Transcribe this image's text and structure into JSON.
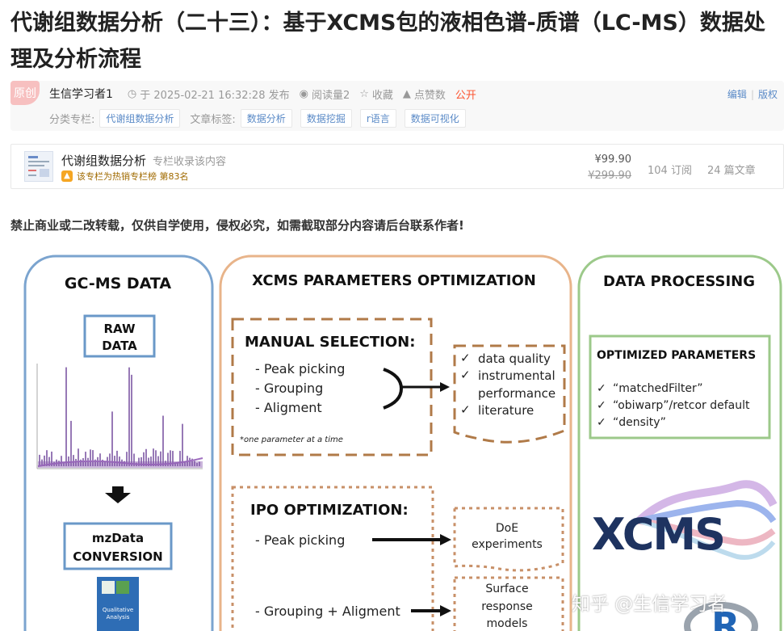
{
  "article": {
    "title": "代谢组数据分析（二十三）：基于XCMS包的液相色谱-质谱（LC-MS）数据处理及分析流程",
    "badge": "原创",
    "author": "生信学习者1",
    "date_text": "于 2025-02-21 16:32:28 发布",
    "reads": "阅读量2",
    "collect": "收藏",
    "likes": "点赞数",
    "visibility": "公开",
    "edit": "编辑",
    "copyright": "版权",
    "category_label": "分类专栏:",
    "category": "代谢组数据分析",
    "tags_label": "文章标签:",
    "tags": [
      "数据分析",
      "数据挖掘",
      "r语言",
      "数据可视化"
    ]
  },
  "column": {
    "name": "代谢组数据分析",
    "included": "专栏收录该内容",
    "hot": "该专栏为热销专栏榜 第83名",
    "price": "¥99.90",
    "original_price": "¥299.90",
    "subscribers": "104 订阅",
    "articles": "24 篇文章"
  },
  "notice": "禁止商业或二改转载，仅供自学使用，侵权必究，如需截取部分内容请后台联系作者!",
  "figure": {
    "left_title": "GC-MS DATA",
    "raw_line1": "RAW",
    "raw_line2": "DATA",
    "mz_line1": "mzData",
    "mz_line2": "CONVERSION",
    "qual_line1": "Qualitative",
    "qual_line2": "Analysis",
    "mid_title": "XCMS PARAMETERS OPTIMIZATION",
    "manual_title": "MANUAL SELECTION:",
    "manual_items": [
      "-  Peak picking",
      "-  Grouping",
      "-  Aligment"
    ],
    "manual_note": "*one parameter at a time",
    "criteria": [
      "data quality",
      "instrumental",
      "performance",
      "literature"
    ],
    "ipo_title": "IPO OPTIMIZATION:",
    "ipo_item1": "-  Peak picking",
    "ipo_item2": "-  Grouping + Aligment",
    "doe_line1": "DoE",
    "doe_line2": "experiments",
    "surf_line1": "Surface",
    "surf_line2": "response",
    "surf_line3": "models",
    "right_title": "DATA PROCESSING",
    "opt_title": "OPTIMIZED PARAMETERS",
    "opt_items": [
      "“matchedFilter”",
      "“obiwarp”/retcor default",
      "“density”"
    ],
    "xcms_logo": "XCMS",
    "r_logo": "R",
    "check": "✓"
  },
  "watermark": "知乎 @生信学习者",
  "colors": {
    "left_border": "#7ba4cf",
    "mid_border": "#e8b48a",
    "dash": "#b07a48",
    "right_border": "#9cc98a",
    "accent": "#fc5531",
    "link": "#5a8ac7",
    "chrom": "#6a3f96"
  }
}
